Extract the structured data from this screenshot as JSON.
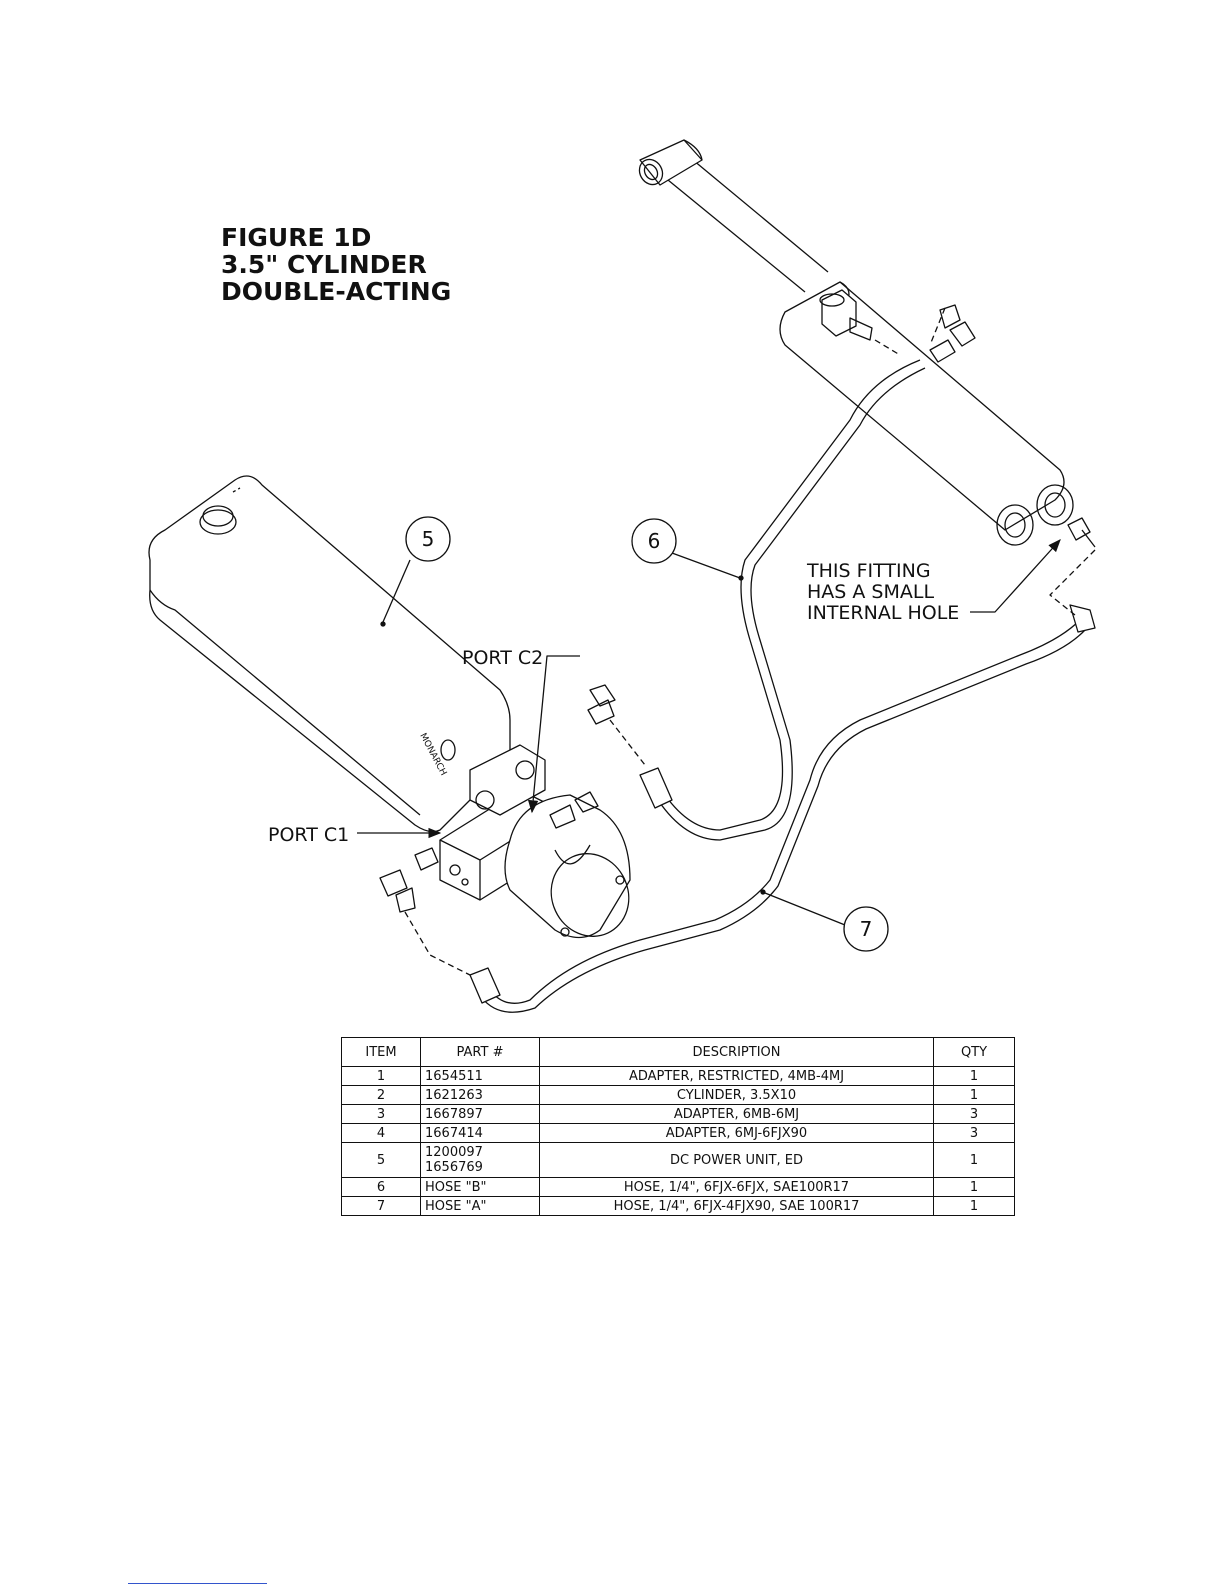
{
  "figure": {
    "title_lines": [
      "FIGURE 1D",
      "3.5\" CYLINDER",
      "DOUBLE-ACTING"
    ]
  },
  "callouts": {
    "port_c2": "PORT C2",
    "port_c1": "PORT C1",
    "note_lines": [
      "THIS FITTING",
      "HAS A SMALL",
      "INTERNAL HOLE"
    ],
    "balloon_5": "5",
    "balloon_6": "6",
    "balloon_7": "7",
    "tank_brand": "MONARCH"
  },
  "bom": {
    "headers": [
      "ITEM",
      "PART #",
      "DESCRIPTION",
      "QTY"
    ],
    "rows": [
      {
        "item": "1",
        "part": "1654511",
        "part2": "",
        "desc": "ADAPTER, RESTRICTED, 4MB-4MJ",
        "qty": "1"
      },
      {
        "item": "2",
        "part": "1621263",
        "part2": "",
        "desc": "CYLINDER, 3.5X10",
        "qty": "1"
      },
      {
        "item": "3",
        "part": "1667897",
        "part2": "",
        "desc": "ADAPTER, 6MB-6MJ",
        "qty": "3"
      },
      {
        "item": "4",
        "part": "1667414",
        "part2": "",
        "desc": "ADAPTER, 6MJ-6FJX90",
        "qty": "3"
      },
      {
        "item": "5",
        "part": "1200097",
        "part2": "1656769",
        "desc": "DC POWER UNIT, ED",
        "qty": "1"
      },
      {
        "item": "6",
        "part": "HOSE \"B\"",
        "part2": "",
        "desc": "HOSE, 1/4\", 6FJX-6FJX, SAE100R17",
        "qty": "1"
      },
      {
        "item": "7",
        "part": "HOSE \"A\"",
        "part2": "",
        "desc": "HOSE, 1/4\", 6FJX-4FJX90, SAE 100R17",
        "qty": "1"
      }
    ]
  },
  "colors": {
    "line": "#111111",
    "link_rule": "#3355cc"
  }
}
